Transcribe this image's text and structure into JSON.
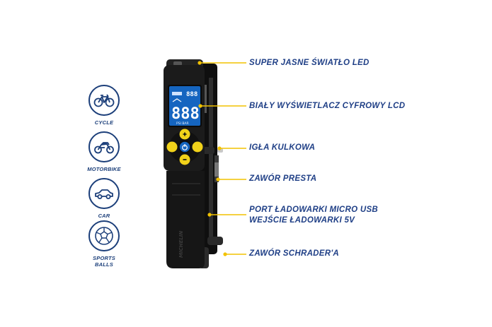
{
  "categories": [
    {
      "label": "CYCLE",
      "icon": "bicycle-icon"
    },
    {
      "label": "MOTORBIKE",
      "icon": "motorbike-icon"
    },
    {
      "label": "CAR",
      "icon": "car-icon"
    },
    {
      "label": "SPORTS BALLS",
      "line1": "SPORTS",
      "line2": "BALLS",
      "icon": "ball-icon"
    }
  ],
  "callouts": [
    {
      "text": "SUPER JASNE ŚWIATŁO LED"
    },
    {
      "text": "BIAŁY WYŚWIETLACZ CYFROWY LCD"
    },
    {
      "text": "IGŁA KULKOWA"
    },
    {
      "text": "ZAWÓR PRESTA"
    },
    {
      "line1": "PORT ŁADOWARKI MICRO USB",
      "line2": "WEJŚCIE ŁADOWARKI 5V"
    },
    {
      "text": "ZAWÓR SCHRADER'A"
    }
  ],
  "device": {
    "lcd_top": "888",
    "lcd_main": "888",
    "lcd_units": "PSI BAR",
    "brand": "MICHELIN"
  },
  "colors": {
    "icon_blue": "#1c3f7a",
    "callout_text": "#1f3f86",
    "leader_line": "#f2c200",
    "device_body": "#1b1b1b",
    "lcd_bg": "#1565c0",
    "buttons": "#f1d21a"
  }
}
